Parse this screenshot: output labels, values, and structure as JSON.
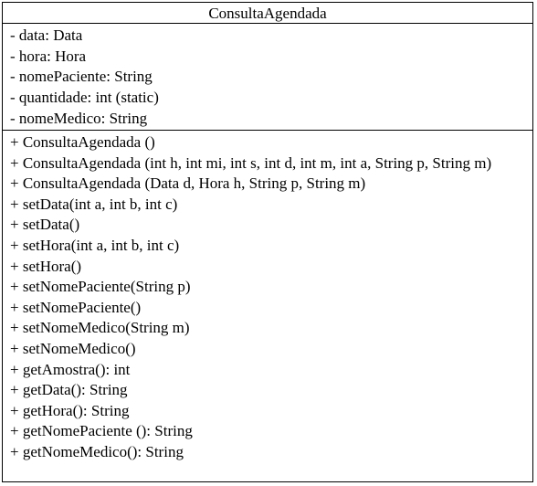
{
  "class": {
    "name": "ConsultaAgendada",
    "attributes": [
      "- data: Data",
      "- hora: Hora",
      "- nomePaciente: String",
      "- quantidade: int (static)",
      "- nomeMedico: String"
    ],
    "methods": [
      "+ ConsultaAgendada ()",
      "+ ConsultaAgendada (int h, int mi, int s, int d, int m, int a, String p, String m)",
      "+ ConsultaAgendada (Data d, Hora h, String p, String m)",
      "+ setData(int a, int b, int c)",
      "+ setData()",
      "+ setHora(int a, int b, int c)",
      "+ setHora()",
      "+ setNomePaciente(String p)",
      "+ setNomePaciente()",
      "+ setNomeMedico(String m)",
      "+ setNomeMedico()",
      "+ getAmostra(): int",
      "+ getData(): String",
      "+ getHora(): String",
      "+ getNomePaciente (): String",
      "+ getNomeMedico(): String"
    ]
  }
}
